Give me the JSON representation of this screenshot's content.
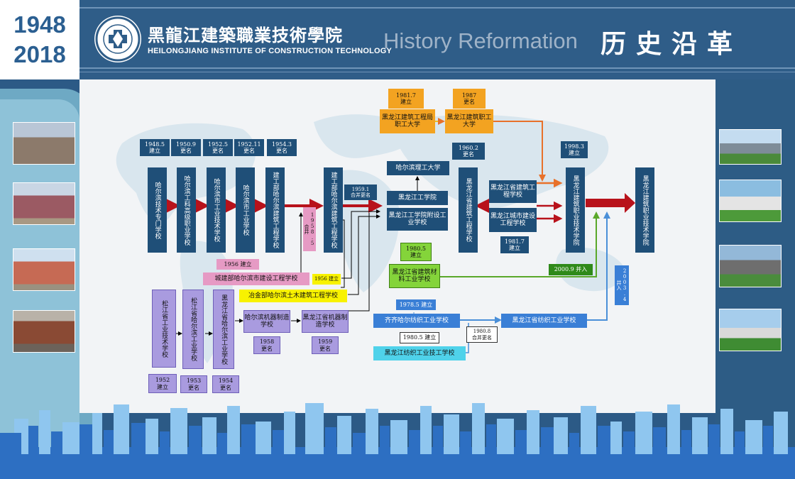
{
  "header": {
    "year_start": "1948",
    "year_end": "2018",
    "school_cn": "黑龍江建築職業技術學院",
    "school_en": "HEILONGJIANG INSTITUTE OF CONSTRUCTION TECHNOLOGY",
    "title_en": "History Reformation",
    "title_cn": "历史沿革"
  },
  "colors": {
    "header_bg": "#2f5d88",
    "year_text": "#2b5f91",
    "main_line": "#b8121b"
  },
  "main_line": {
    "dates": [
      {
        "date": "1948.5",
        "note": "建立"
      },
      {
        "date": "1950.9",
        "note": "更名"
      },
      {
        "date": "1952.5",
        "note": "更名"
      },
      {
        "date": "1952.11",
        "note": "更名"
      },
      {
        "date": "1954.3",
        "note": "更名"
      }
    ],
    "schools": [
      "哈尔滨技术专门学校",
      "哈尔滨工科高级职业学校",
      "哈尔滨市工业技术学校",
      "哈尔滨市工业学校",
      "建工部哈尔滨建筑工程学校",
      "建工部哈尔滨建筑工程学校"
    ],
    "merge_1958": "1958.5 合并",
    "merge_1959": {
      "date": "1959.1",
      "note": "合并更名"
    }
  },
  "branch_gov": {
    "date_1956": "1956 建立",
    "name": "城建部哈尔滨市建设工程学校",
    "date_1956b": "1956 建立",
    "metal": "冶金部哈尔滨土木建筑工程学校"
  },
  "purple_line": {
    "schools": [
      "松江省工业技术学校",
      "松江省哈尔滨工业学校",
      "黑龙江省哈尔滨工业学校"
    ],
    "dates": [
      {
        "date": "1952",
        "note": "建立"
      },
      {
        "date": "1953",
        "note": "更名"
      },
      {
        "date": "1954",
        "note": "更名"
      }
    ],
    "machine1": "哈尔滨机器制造学校",
    "machine2": "黑龙江省机器制造学校",
    "date_1958": {
      "date": "1958",
      "note": "更名"
    },
    "date_1959": {
      "date": "1959",
      "note": "更名"
    }
  },
  "middle": {
    "hit_science": "哈尔滨理工大学",
    "hit_1": "黑龙江工学院",
    "hit_2": "黑龙江工学院附设工业学校",
    "date_1960": {
      "date": "1960.2",
      "note": "更名"
    },
    "provincial": "黑龙江省建筑工程学校"
  },
  "orange_line": {
    "date_1981": {
      "date": "1981.7",
      "note": "建立"
    },
    "date_1987": {
      "date": "1987",
      "note": "更名"
    },
    "name1": "黑龙江建筑工程局职工大学",
    "name2": "黑龙江建筑职工大学"
  },
  "right_side": {
    "eng_worker": "黑龙江省建筑工程学校",
    "city_eng": "黑龙江城市建设工程学校",
    "date_1981": {
      "date": "1981.7",
      "note": "建立"
    },
    "date_1998": {
      "date": "1998.3",
      "note": "建立"
    },
    "vocational": "黑龙江建筑职业技术学院",
    "final": "黑龙江建筑职业技术学院"
  },
  "green_line": {
    "date": {
      "date": "1980.5",
      "note": "建立"
    },
    "name": "黑龙江省建筑材料工业学校",
    "merge": "2000.9 并入"
  },
  "blue_line": {
    "date_1978": "1978.5 建立",
    "qqhr": "齐齐哈尔纺织工业学校",
    "textile": "黑龙江省纺织工业学校",
    "date_1980": "1980.5 建立",
    "merge_1980": {
      "date": "1980.8",
      "note": "合并更名"
    },
    "merge_2003": "2003.4 并入",
    "tech": "黑龙江纺织工业技工学校"
  }
}
